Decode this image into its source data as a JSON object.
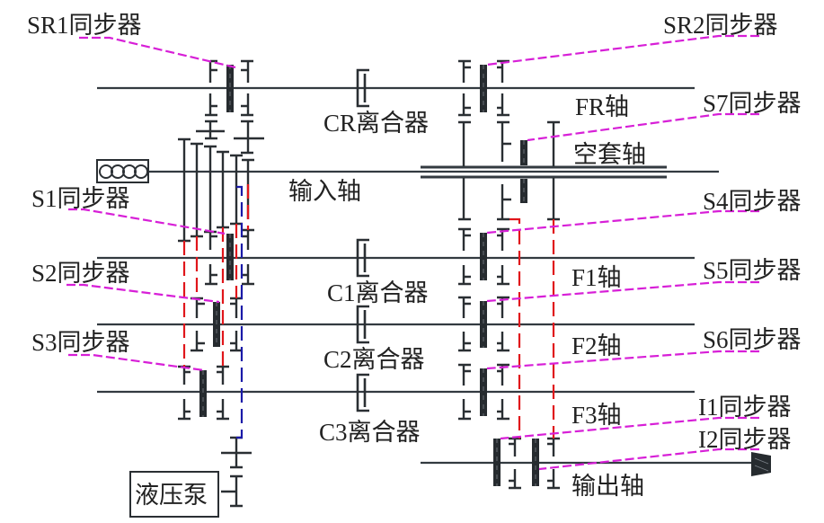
{
  "diagram": {
    "title": "多挡变速器传动简图",
    "colors": {
      "shaft": "#333a40",
      "gear": "#2a2f33",
      "leader_line": "#d71fd7",
      "power_path_red": "#e0161b",
      "power_path_blue": "#1a1aa8",
      "text": "#222222"
    },
    "shafts": {
      "fr": "FR轴",
      "hollow": "空套轴",
      "input": "输入轴",
      "f1": "F1轴",
      "f2": "F2轴",
      "f3": "F3轴",
      "output": "输出轴"
    },
    "synchronizers": {
      "sr1": "SR1同步器",
      "sr2": "SR2同步器",
      "s7": "S7同步器",
      "s1": "S1同步器",
      "s2": "S2同步器",
      "s3": "S3同步器",
      "s4": "S4同步器",
      "s5": "S5同步器",
      "s6": "S6同步器",
      "i1": "I1同步器",
      "i2": "I2同步器"
    },
    "clutches": {
      "cr": "CR离合器",
      "c1": "C1离合器",
      "c2": "C2离合器",
      "c3": "C3离合器"
    },
    "components": {
      "pump": "液压泵",
      "engine_icon": "damper-spring-icon",
      "output_icon": "output-flange-icon"
    }
  }
}
